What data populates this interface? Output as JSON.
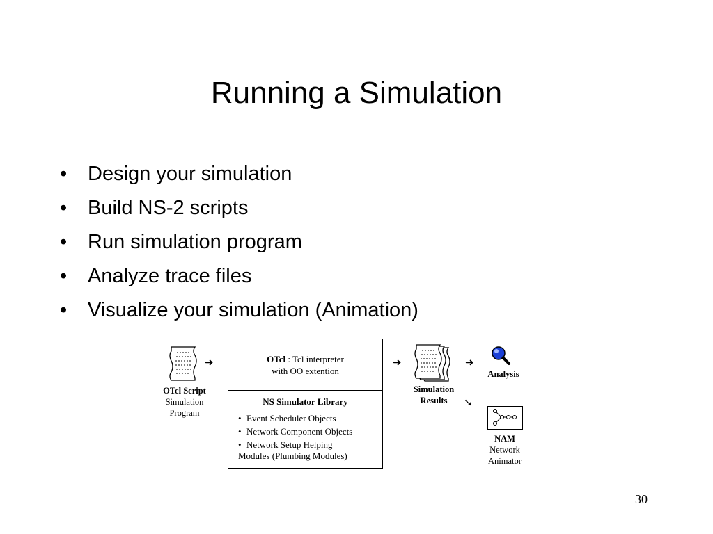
{
  "slide": {
    "title": "Running a Simulation",
    "bullets": [
      "Design your simulation",
      "Build NS-2 scripts",
      "Run simulation program",
      "Analyze trace files",
      "Visualize your simulation (Animation)"
    ],
    "bullet_symbol": "•",
    "page_number": "30"
  },
  "diagram": {
    "script": {
      "name": "OTcl Script",
      "line2": "Simulation",
      "line3": "Program"
    },
    "interpreter": {
      "name": "OTcl",
      "rest1": " : Tcl interpreter",
      "line2": "with OO extention"
    },
    "library": {
      "title": "NS Simulator Library",
      "items": [
        "Event Scheduler Objects",
        "Network Component Objects",
        "Network Setup Helping"
      ],
      "item3_cont": "Modules (Plumbing Modules)"
    },
    "results": {
      "line1": "Simulation",
      "line2": "Results"
    },
    "analysis": {
      "label": "Analysis"
    },
    "nam": {
      "name": "NAM",
      "line2": "Network",
      "line3": "Animator"
    },
    "arrow_right": "➜",
    "arrow_down_right": "➘"
  }
}
